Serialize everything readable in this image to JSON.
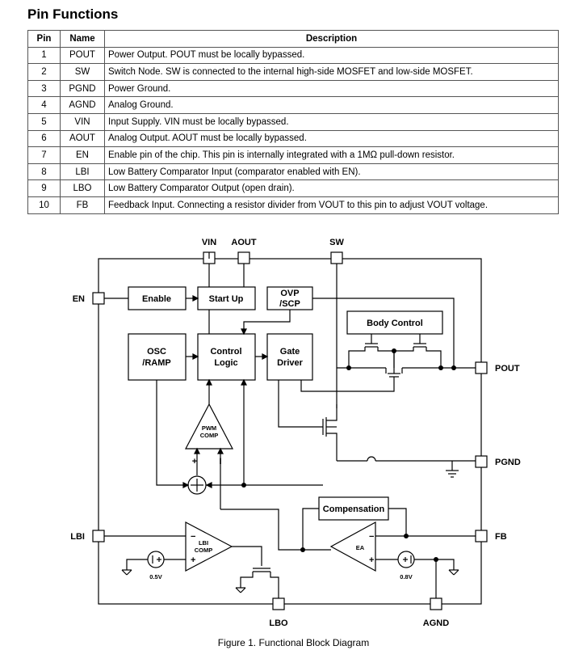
{
  "heading": "Pin Functions",
  "table": {
    "headers": [
      "Pin",
      "Name",
      "Description"
    ],
    "rows": [
      {
        "pin": "1",
        "name": "POUT",
        "desc": "Power Output. POUT must be locally bypassed."
      },
      {
        "pin": "2",
        "name": "SW",
        "desc": "Switch Node. SW is connected to the internal high-side MOSFET and low-side MOSFET."
      },
      {
        "pin": "3",
        "name": "PGND",
        "desc": "Power Ground."
      },
      {
        "pin": "4",
        "name": "AGND",
        "desc": "Analog Ground."
      },
      {
        "pin": "5",
        "name": "VIN",
        "desc": "Input Supply. VIN must be locally bypassed."
      },
      {
        "pin": "6",
        "name": "AOUT",
        "desc": "Analog Output. AOUT must be locally bypassed."
      },
      {
        "pin": "7",
        "name": "EN",
        "desc": "Enable pin of the chip. This pin is internally integrated with a 1MΩ pull-down resistor."
      },
      {
        "pin": "8",
        "name": "LBI",
        "desc": "Low Battery Comparator Input (comparator enabled with EN)."
      },
      {
        "pin": "9",
        "name": "LBO",
        "desc": "Low Battery Comparator Output (open drain)."
      },
      {
        "pin": "10",
        "name": "FB",
        "desc": "Feedback Input. Connecting a resistor divider from VOUT to this pin to adjust VOUT voltage."
      }
    ]
  },
  "diagram": {
    "pins": {
      "vin": "VIN",
      "aout": "AOUT",
      "sw": "SW",
      "en": "EN",
      "pout": "POUT",
      "pgnd": "PGND",
      "lbi": "LBI",
      "fb": "FB",
      "lbo": "LBO",
      "agnd": "AGND"
    },
    "blocks": {
      "enable": "Enable",
      "startup": "Start Up",
      "ovp1": "OVP",
      "ovp2": "/SCP",
      "body": "Body Control",
      "osc1": "OSC",
      "osc2": "/RAMP",
      "ctrl1": "Control",
      "ctrl2": "Logic",
      "gate1": "Gate",
      "gate2": "Driver",
      "comp": "Compensation"
    },
    "amps": {
      "pwm1": "PWM",
      "pwm2": "COMP",
      "lbi1": "LBI",
      "lbi2": "COMP",
      "ea": "EA"
    },
    "refs": {
      "ref_lbi": "0.5V",
      "ref_ea": "0.8V"
    }
  },
  "caption": "Figure 1. Functional Block Diagram"
}
